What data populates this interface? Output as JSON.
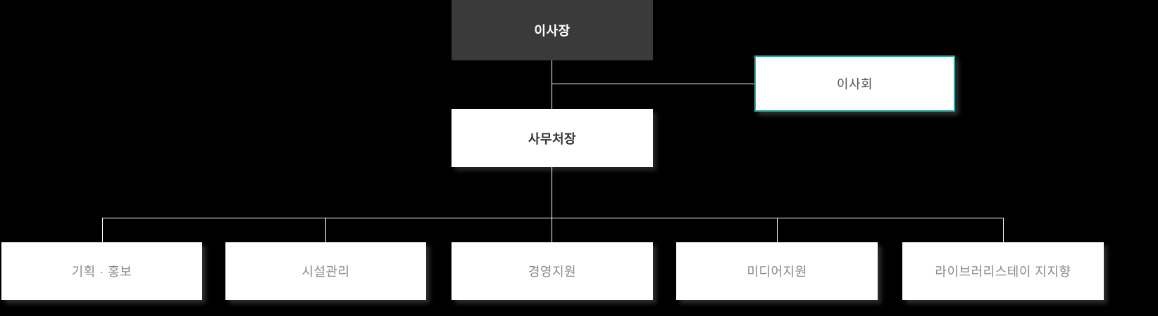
{
  "org_chart": {
    "chairman": {
      "label": "이사장"
    },
    "board": {
      "label": "이사회"
    },
    "secretary": {
      "label": "사무처장"
    },
    "departments": [
      {
        "label": "기획 · 홍보"
      },
      {
        "label": "시설관리"
      },
      {
        "label": "경영지원"
      },
      {
        "label": "미디어지원"
      },
      {
        "label": "라이브러리스테이 지지향"
      }
    ]
  },
  "colors": {
    "background": "#000000",
    "chairman_box_bg": "#3a3a3a",
    "chairman_text": "#ffffff",
    "board_border_accent": "#2fa9a2",
    "box_bg": "#ffffff",
    "secretary_text": "#333333",
    "department_text": "#8a8a8a",
    "connector_line": "#ffffff"
  }
}
